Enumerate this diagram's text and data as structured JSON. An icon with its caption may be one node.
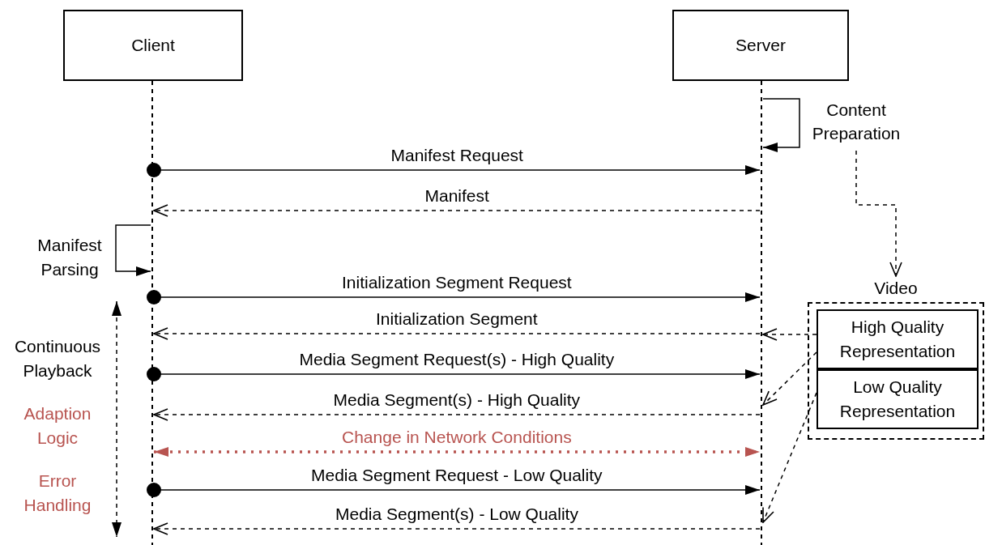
{
  "diagram": {
    "nodes": [
      {
        "text": [
          "Client"
        ]
      },
      {
        "text": [
          "Server"
        ]
      },
      {
        "text": [],
        "shape": "line"
      },
      {
        "text": [],
        "shape": "line"
      },
      {
        "text": [
          "Content Preparation"
        ]
      },
      {
        "text": [
          "Video"
        ]
      },
      {
        "text": [
          "High Quality Representation"
        ],
        "in": 5
      },
      {
        "text": [
          "Low Quality Representation"
        ],
        "in": 5
      }
    ],
    "edges": [
      {
        "from": 3,
        "to": 3,
        "arrow": "to"
      },
      {
        "from": 4,
        "to": 5,
        "arrow": "to",
        "style": "dashed"
      },
      {
        "from": 2,
        "to": 3,
        "arrow": "to",
        "label": "Manifest Request"
      },
      {
        "from": 3,
        "to": 2,
        "arrow": "to",
        "label": "Manifest",
        "style": "dashed"
      },
      {
        "from": 2,
        "to": 2,
        "arrow": "to",
        "label": "Manifest Parsing"
      },
      {
        "from": 2,
        "to": 3,
        "arrow": "to",
        "label": "Initialization Segment Request"
      },
      {
        "from": 3,
        "to": 2,
        "arrow": "to",
        "label": "Initialization Segment",
        "style": "dashed"
      },
      {
        "from": 6,
        "to": 3,
        "arrow": "to",
        "style": "dashed"
      },
      {
        "from": 2,
        "to": 3,
        "arrow": "to",
        "label": "Media Segment Request(s) - High Quality"
      },
      {
        "from": 3,
        "to": 2,
        "arrow": "to",
        "label": "Media Segment(s) - High Quality",
        "style": "dashed"
      },
      {
        "from": 6,
        "to": 3,
        "arrow": "to",
        "style": "dashed"
      },
      {
        "from": 2,
        "to": 3,
        "arrow": "both",
        "label": "Change in Network Conditions",
        "style": "dashed",
        "color": "#b85450"
      },
      {
        "from": 2,
        "to": 3,
        "arrow": "to",
        "label": "Media Segment Request - Low Quality"
      },
      {
        "from": 3,
        "to": 2,
        "arrow": "to",
        "label": "Media Segment(s) - Low Quality",
        "style": "dashed"
      },
      {
        "from": 7,
        "to": 3,
        "arrow": "to",
        "style": "dashed"
      }
    ],
    "labels": [
      "Continuous Playback",
      "Adaption Logic",
      "Error Handling"
    ]
  }
}
